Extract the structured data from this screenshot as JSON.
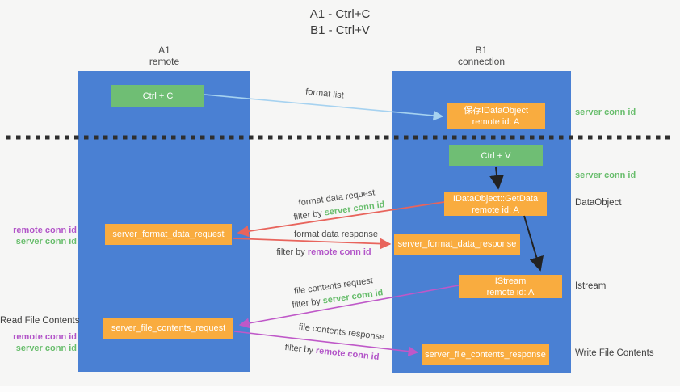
{
  "title": {
    "line1": "A1 - Ctrl+C",
    "line2": "B1 - Ctrl+V"
  },
  "lifelines": {
    "left": {
      "name": "A1",
      "subtitle": "remote"
    },
    "right": {
      "name": "B1",
      "subtitle": "connection"
    }
  },
  "nodes": {
    "ctrl_c": {
      "label": "Ctrl + C"
    },
    "ctrl_v": {
      "label": "Ctrl + V"
    },
    "save_dataobject": {
      "line1": "保存IDataObject",
      "line2": "remote id: A"
    },
    "getdata": {
      "line1": "IDataObject::GetData",
      "line2": "remote id: A"
    },
    "istream": {
      "line1": "IStream",
      "line2": "remote id: A"
    },
    "server_format_data_request": {
      "label": "server_format_data_request"
    },
    "server_format_data_response": {
      "label": "server_format_data_response"
    },
    "server_file_contents_request": {
      "label": "server_file_contents_request"
    },
    "server_file_contents_response": {
      "label": "server_file_contents_response"
    }
  },
  "arrow_labels": {
    "format_list": "format list",
    "format_data_request": "format data request",
    "filter_server_1": {
      "prefix": "filter by",
      "key": "server conn id"
    },
    "format_data_response": "format data response",
    "filter_remote_1": {
      "prefix": "filter by",
      "key": "remote conn id"
    },
    "file_contents_request": "file contents request",
    "filter_server_2": {
      "prefix": "filter by",
      "key": "server conn id"
    },
    "file_contents_response": "file contents response",
    "filter_remote_2": {
      "prefix": "filter by",
      "key": "remote conn id"
    }
  },
  "side_labels": {
    "right": [
      {
        "text": "server conn id"
      },
      {
        "text": "server conn id"
      },
      {
        "text": "DataObject"
      },
      {
        "text": "Istream"
      },
      {
        "text": "Write File Contents"
      }
    ],
    "left": [
      {
        "text": "remote conn id"
      },
      {
        "text": "server conn id"
      },
      {
        "text": "Read File Contents"
      },
      {
        "text": "remote conn id"
      },
      {
        "text": "server conn id"
      }
    ]
  },
  "colors": {
    "background": "#f6f6f5",
    "lifeline_blue": "#4a80d3",
    "node_green": "#6fbe74",
    "node_orange": "#f9ac3f",
    "arrow_blue": "#a6d2f0",
    "arrow_red": "#e8645c",
    "arrow_purple": "#bf58c8",
    "arrow_black": "#222222",
    "label_green": "#68bd6c",
    "label_purple": "#b254c8",
    "dotted_line": "#2e2e2e"
  }
}
